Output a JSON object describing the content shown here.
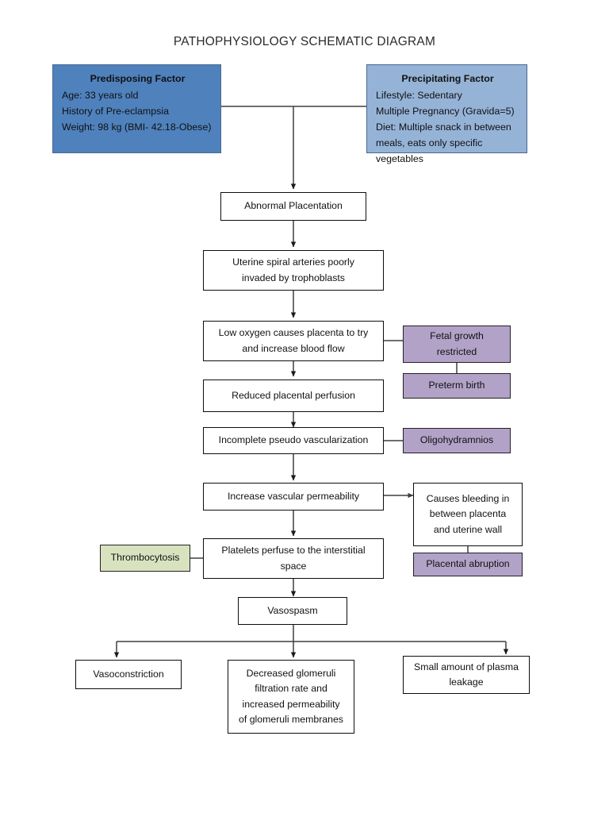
{
  "page": {
    "title": "PATHOPHYSIOLOGY SCHEMATIC DIAGRAM",
    "background": "#ffffff"
  },
  "colors": {
    "predisposing_fill": "#4f81bd",
    "precipitating_fill": "#95b3d7",
    "outcome_fill": "#b2a2c7",
    "finding_fill": "#d9e2bf",
    "process_fill": "#ffffff",
    "border": "#111111",
    "connector": "#3f3f3f"
  },
  "factors": {
    "predisposing": {
      "heading": "Predisposing Factor",
      "lines": [
        "Age: 33 years old",
        "History of Pre-eclampsia",
        "Weight: 98 kg (BMI- 42.18-Obese)"
      ]
    },
    "precipitating": {
      "heading": "Precipitating Factor",
      "lines": [
        "Lifestyle: Sedentary",
        "Multiple Pregnancy (Gravida=5)",
        "Diet: Multiple snack in between",
        "meals, eats only specific",
        "vegetables"
      ]
    }
  },
  "flow": {
    "abnormal_placentation": {
      "lines": [
        "Abnormal Placentation"
      ]
    },
    "uterine_spiral": {
      "lines": [
        "Uterine spiral arteries poorly",
        "invaded by trophoblasts"
      ]
    },
    "low_oxygen": {
      "lines": [
        "Low oxygen causes placenta to try",
        "and increase blood flow"
      ]
    },
    "reduced_perfusion": {
      "lines": [
        "Reduced placental perfusion"
      ]
    },
    "incomplete_vascularization": {
      "lines": [
        "Incomplete pseudo vascularization"
      ]
    },
    "increase_permeability": {
      "lines": [
        "Increase vascular permeability"
      ]
    },
    "platelets_perfuse": {
      "lines": [
        "Platelets perfuse to the interstitial",
        "space"
      ]
    },
    "vasospasm": {
      "lines": [
        "Vasospasm"
      ]
    },
    "vasoconstriction": {
      "lines": [
        "Vasoconstriction"
      ]
    },
    "decreased_gfr": {
      "lines": [
        "Decreased glomeruli",
        "filtration rate and",
        "increased permeability",
        "of glomeruli membranes"
      ]
    },
    "plasma_leakage": {
      "lines": [
        "Small amount of plasma",
        "leakage"
      ]
    }
  },
  "side": {
    "fetal_growth_restricted": {
      "lines": [
        "Fetal growth",
        "restricted"
      ]
    },
    "preterm_birth": {
      "lines": [
        "Preterm birth"
      ]
    },
    "oligohydramnios": {
      "lines": [
        "Oligohydramnios"
      ]
    },
    "causes_bleeding": {
      "lines": [
        "Causes bleeding in",
        "between placenta",
        "and uterine wall"
      ]
    },
    "placental_abruption": {
      "lines": [
        "Placental abruption"
      ]
    },
    "thrombocytosis": {
      "lines": [
        "Thrombocytosis"
      ]
    }
  }
}
